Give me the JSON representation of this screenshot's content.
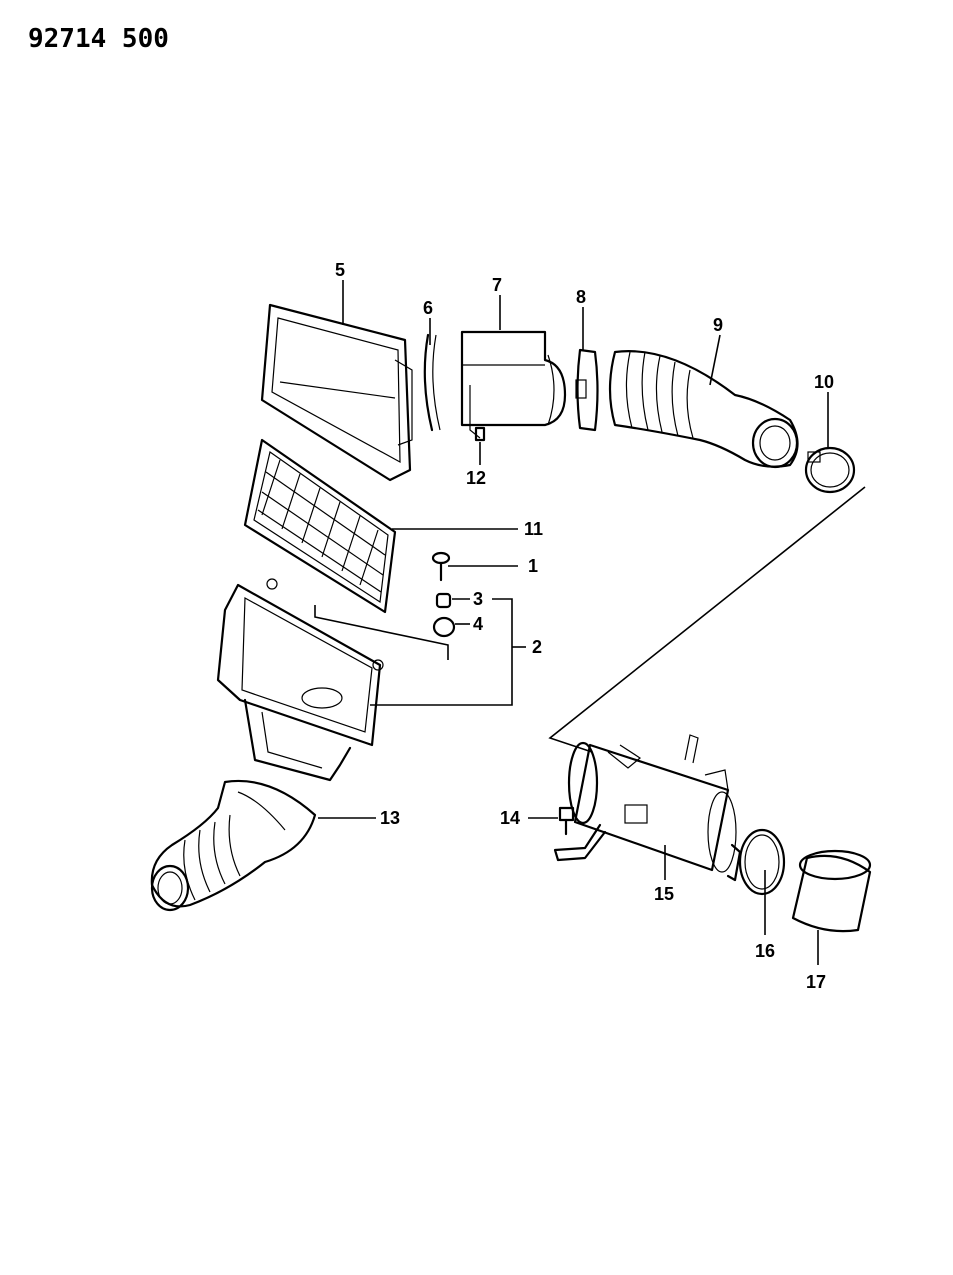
{
  "document_id": "92714 500",
  "callouts": [
    "1",
    "2",
    "3",
    "4",
    "5",
    "6",
    "7",
    "8",
    "9",
    "10",
    "11",
    "12",
    "13",
    "14",
    "15",
    "16",
    "17"
  ]
}
